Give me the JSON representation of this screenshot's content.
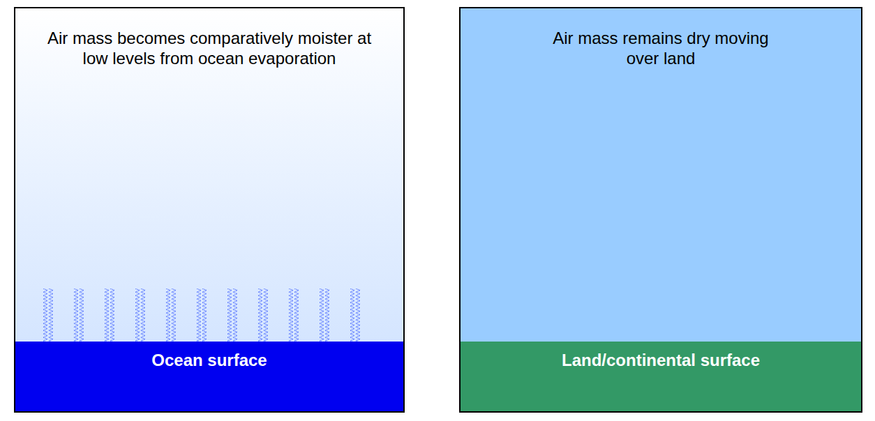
{
  "diagram": {
    "nodes": [
      {
        "text": [
          "Air mass becomes comparatively moister at low levels from ocean evaporation"
        ]
      },
      {
        "text": [
          "Ocean surface"
        ],
        "in": 0
      },
      {
        "text": [
          "Air mass remains dry moving over land"
        ]
      },
      {
        "text": [
          "Land/continental surface"
        ],
        "in": 2
      }
    ]
  }
}
